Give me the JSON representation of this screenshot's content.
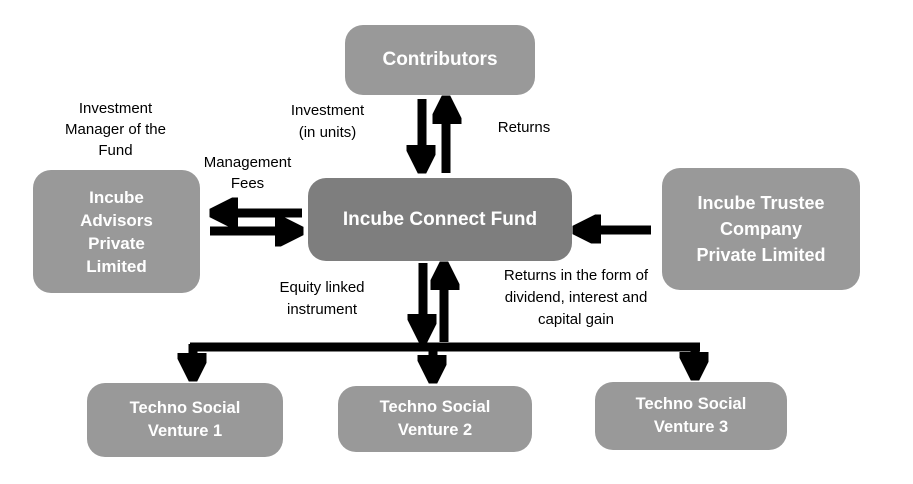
{
  "colors": {
    "background": "#ffffff",
    "node-fill": "#999999",
    "fund-fill": "#7e7e7e",
    "node-text": "#ffffff",
    "label-text": "#000000",
    "arrow": "#000000"
  },
  "nodes": {
    "contributors": {
      "lines": [
        "Contributors"
      ]
    },
    "advisors": {
      "lines": [
        "Incube",
        "Advisors",
        "Private",
        "Limited"
      ]
    },
    "fund": {
      "lines": [
        "Incube Connect Fund"
      ]
    },
    "trustee": {
      "lines": [
        "Incube Trustee",
        "Company",
        "Private Limited"
      ]
    },
    "venture1": {
      "lines": [
        "Techno Social",
        "Venture 1"
      ]
    },
    "venture2": {
      "lines": [
        "Techno Social",
        "Venture 2"
      ]
    },
    "venture3": {
      "lines": [
        "Techno Social",
        "Venture 3"
      ]
    }
  },
  "labels": {
    "investment_manager": {
      "lines": [
        "Investment",
        "Manager of the",
        "Fund"
      ]
    },
    "investment_units": {
      "lines": [
        "Investment",
        "(in units)"
      ]
    },
    "returns": {
      "lines": [
        "Returns"
      ]
    },
    "management_fees": {
      "lines": [
        "Management",
        "Fees"
      ]
    },
    "equity_linked": {
      "lines": [
        "Equity linked",
        "instrument"
      ]
    },
    "returns_detail": {
      "lines": [
        "Returns in the form of",
        "dividend, interest and",
        "capital gain"
      ]
    }
  },
  "edges": [
    {
      "from": "Contributors",
      "to": "Incube Connect Fund",
      "label": "Investment (in units)",
      "direction": "down"
    },
    {
      "from": "Incube Connect Fund",
      "to": "Contributors",
      "label": "Returns",
      "direction": "up"
    },
    {
      "from": "Incube Connect Fund",
      "to": "Incube Advisors Private Limited",
      "label": "Management Fees",
      "direction": "left"
    },
    {
      "from": "Incube Advisors Private Limited",
      "to": "Incube Connect Fund",
      "label": "",
      "direction": "right"
    },
    {
      "from": "Incube Trustee Company Private Limited",
      "to": "Incube Connect Fund",
      "label": "",
      "direction": "left"
    },
    {
      "from": "Incube Connect Fund",
      "to": "Techno Social Venture 1",
      "label": "Equity linked instrument",
      "direction": "down"
    },
    {
      "from": "Incube Connect Fund",
      "to": "Techno Social Venture 2",
      "label": "Equity linked instrument",
      "direction": "down"
    },
    {
      "from": "Incube Connect Fund",
      "to": "Techno Social Venture 3",
      "label": "Equity linked instrument",
      "direction": "down"
    },
    {
      "from": "Techno Social Ventures",
      "to": "Incube Connect Fund",
      "label": "Returns in the form of dividend, interest and capital gain",
      "direction": "up"
    }
  ]
}
